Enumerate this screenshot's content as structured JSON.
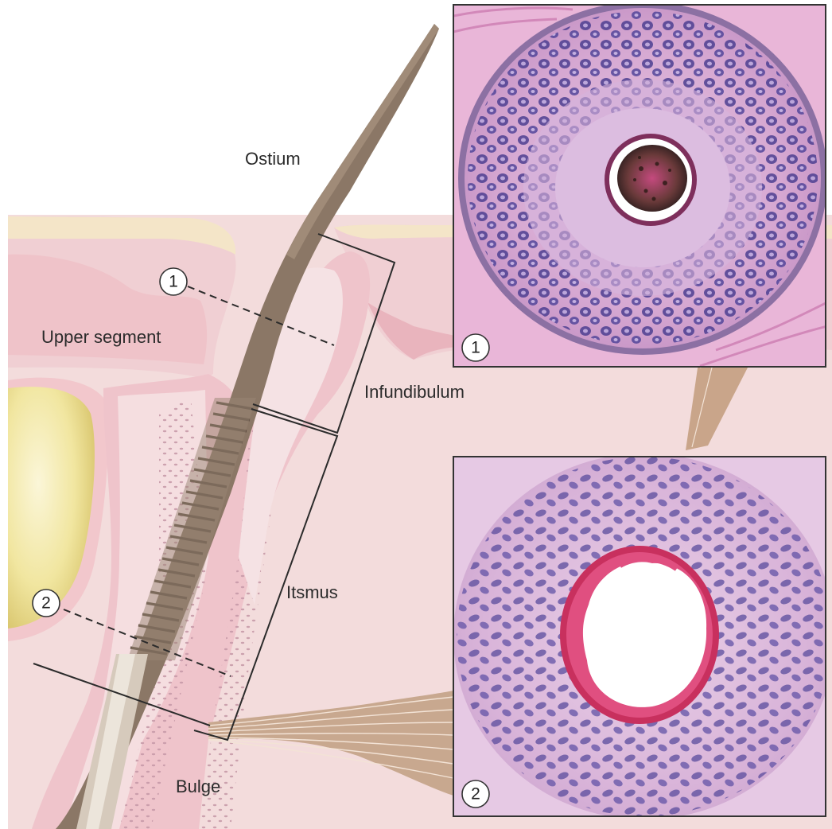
{
  "labels": {
    "ostium": "Ostium",
    "upper_segment": "Upper segment",
    "infundibulum": "Infundibulum",
    "itsmus": "Itsmus",
    "bulge": "Bulge"
  },
  "markers": {
    "one": "1",
    "two": "2"
  },
  "panels": {
    "panel1_number": "1",
    "panel2_number": "2"
  },
  "colors": {
    "skin": "#f2d6d6",
    "skin_dark": "#e7b9bf",
    "epidermis": "#eac3c8",
    "fat": "#f1e7a4",
    "hair": "#8b7766",
    "hair_dark": "#6e5c4e",
    "stain_pink": "#d7a3cf",
    "stain_nuclei": "#4a3f8e"
  }
}
